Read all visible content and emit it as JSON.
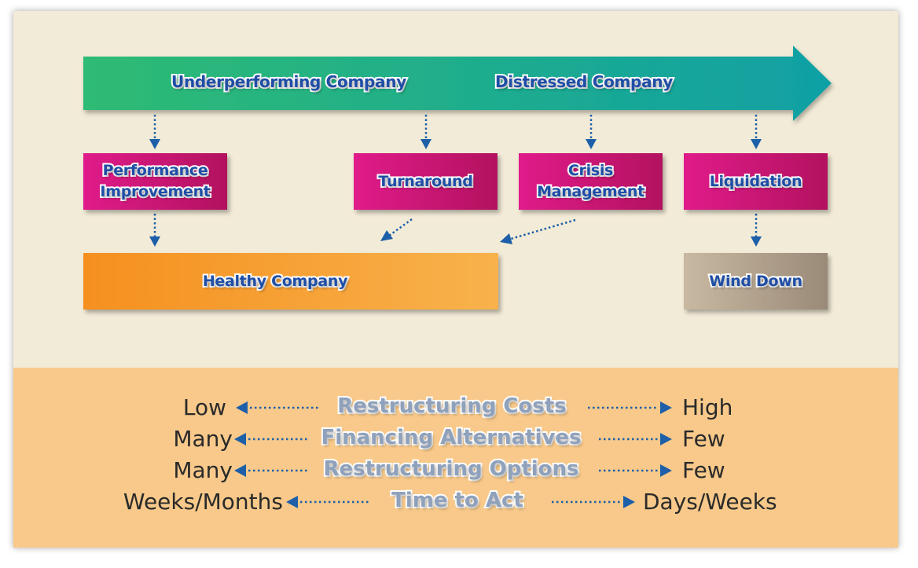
{
  "progression": {
    "left_label": "Underperforming Company",
    "right_label": "Distressed Company",
    "colors": {
      "start": "#2fbb73",
      "end": "#10a0a5"
    }
  },
  "stages": {
    "performance_improvement": "Performance Improvement",
    "turnaround": "Turnaround",
    "crisis_management": "Crisis Management",
    "liquidation": "Liquidation"
  },
  "outcomes": {
    "healthy_company": "Healthy Company",
    "wind_down": "Wind Down"
  },
  "comparisons": [
    {
      "left": "Low",
      "title": "Restructuring Costs",
      "right": "High"
    },
    {
      "left": "Many",
      "title": "Financing Alternatives",
      "right": "Few"
    },
    {
      "left": "Many",
      "title": "Restructuring Options",
      "right": "Few"
    },
    {
      "left": "Weeks/Months",
      "title": "Time to Act",
      "right": "Days/Weeks"
    }
  ],
  "colors": {
    "text_blue": "#1f4ea6",
    "connector_blue": "#1d5fa8",
    "pink": "#d0187a",
    "orange": "#f5a030",
    "grey": "#a99a86",
    "top_background": "#f2ebd7",
    "bottom_background": "#f8c98a"
  }
}
